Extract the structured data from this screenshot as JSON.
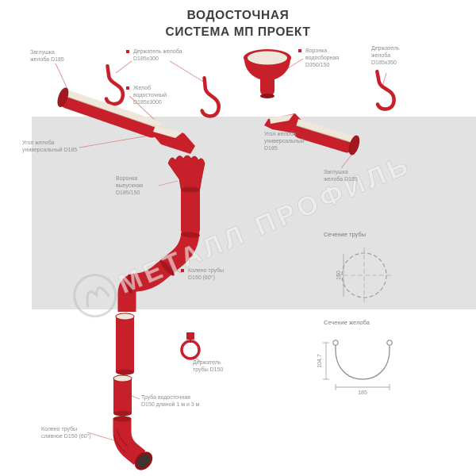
{
  "title": {
    "line1": "ВОДОСТОЧНАЯ",
    "line2": "СИСТЕМА МП ПРОЕКТ"
  },
  "watermark": {
    "text": "МЕТАЛЛ ПРОФИЛЬ"
  },
  "labels": {
    "plug_left": {
      "l1": "Заглушка",
      "l2": "желоба D185"
    },
    "holder_300": {
      "l1": "Держатель желоба",
      "l2": "D185х300"
    },
    "funnel_collect": {
      "l1": "Воронка",
      "l2": "водосборная",
      "l3": "D350/150"
    },
    "holder_350": {
      "l1": "Держатель",
      "l2": "желоба",
      "l3": "D185х350"
    },
    "gutter": {
      "l1": "Желоб",
      "l2": "водосточный",
      "l3": "D185х3000"
    },
    "corner_left": {
      "l1": "Угол желоба",
      "l2": "универсальный D185"
    },
    "corner_right": {
      "l1": "Угол желоба",
      "l2": "универсальный",
      "l3": "D185"
    },
    "funnel_outlet": {
      "l1": "Воронка",
      "l2": "выпускная",
      "l3": "D185/150"
    },
    "plug_right": {
      "l1": "Заглушка",
      "l2": "желоба D185"
    },
    "elbow": {
      "l1": "Колено трубы",
      "l2": "D150 (60°)"
    },
    "pipe_holder": {
      "l1": "Держатель",
      "l2": "трубы D150"
    },
    "pipe": {
      "l1": "Труба водосточная",
      "l2": "D150 длиной 1 м и 3 м"
    },
    "elbow_drain": {
      "l1": "Колено трубы",
      "l2": "сливное D150 (60°)"
    }
  },
  "sections": {
    "pipe": {
      "title": "Сечение трубы",
      "diameter": "150"
    },
    "gutter": {
      "title": "Сечение желоба",
      "width": "185",
      "height": "104.7"
    }
  },
  "colors": {
    "part_red": "#c8202a",
    "part_red_dark": "#a5171f",
    "gutter_interior": "#efe8da",
    "wall_gray": "#e2e2e2",
    "label_gray": "#8f8f8f",
    "leader_pink": "#de9090",
    "title_dark": "#3d3d3d",
    "watermark_gray": "#c6c6c6"
  }
}
